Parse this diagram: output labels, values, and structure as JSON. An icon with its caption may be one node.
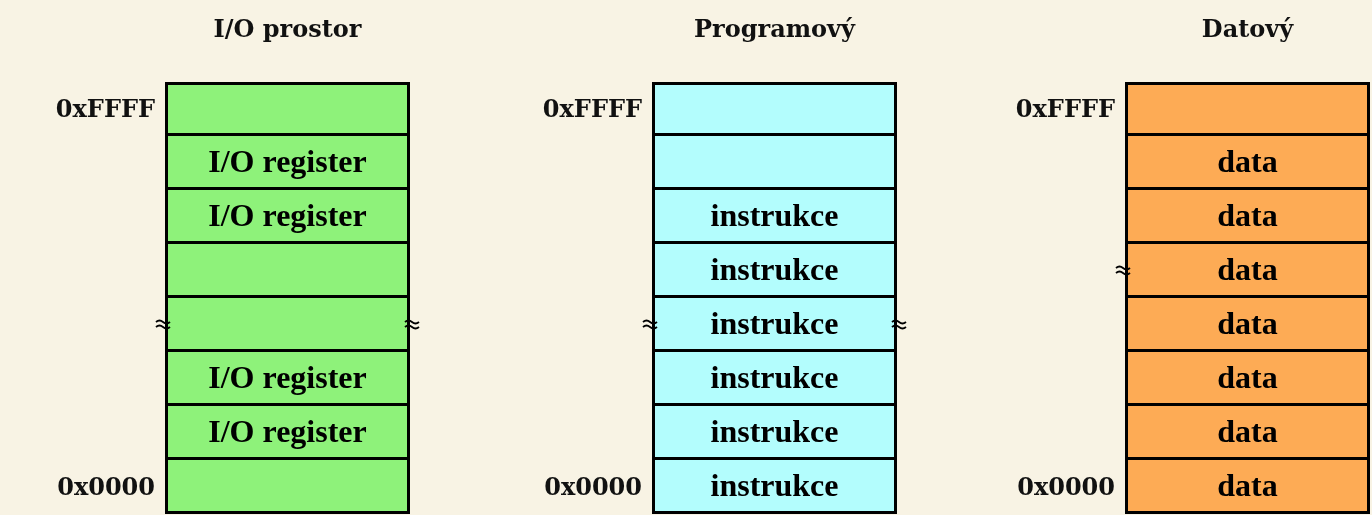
{
  "diagram": {
    "nodes": [
      {
        "text": [
          "I/O prostor"
        ]
      },
      {
        "text": [],
        "shape": "box",
        "in": 0
      },
      {
        "text": [
          "I/O register"
        ],
        "in": 0
      },
      {
        "text": [
          "I/O register"
        ],
        "in": 0
      },
      {
        "text": [],
        "shape": "box",
        "in": 0
      },
      {
        "text": [],
        "shape": "box",
        "in": 0
      },
      {
        "text": [
          "I/O register"
        ],
        "in": 0
      },
      {
        "text": [
          "I/O register"
        ],
        "in": 0
      },
      {
        "text": [],
        "shape": "box",
        "in": 0
      },
      {
        "text": [
          "Programový"
        ]
      },
      {
        "text": [],
        "shape": "box",
        "in": 9
      },
      {
        "text": [],
        "shape": "box",
        "in": 9
      },
      {
        "text": [
          "instrukce"
        ],
        "in": 9
      },
      {
        "text": [
          "instrukce"
        ],
        "in": 9
      },
      {
        "text": [
          "instrukce"
        ],
        "in": 9
      },
      {
        "text": [
          "instrukce"
        ],
        "in": 9
      },
      {
        "text": [
          "instrukce"
        ],
        "in": 9
      },
      {
        "text": [
          "instrukce"
        ],
        "in": 9
      },
      {
        "text": [
          "Datový"
        ]
      },
      {
        "text": [],
        "shape": "box",
        "in": 18
      },
      {
        "text": [
          "data"
        ],
        "in": 18
      },
      {
        "text": [
          "data"
        ],
        "in": 18
      },
      {
        "text": [
          "data"
        ],
        "in": 18
      },
      {
        "text": [
          "data"
        ],
        "in": 18
      },
      {
        "text": [
          "data"
        ],
        "in": 18
      },
      {
        "text": [
          "data"
        ],
        "in": 18
      },
      {
        "text": [
          "data"
        ],
        "in": 18
      }
    ],
    "labels": [
      "0xFFFF",
      "0xFFFF",
      "0xFFFF",
      "0x0000",
      "0x0000",
      "0x0000"
    ]
  }
}
